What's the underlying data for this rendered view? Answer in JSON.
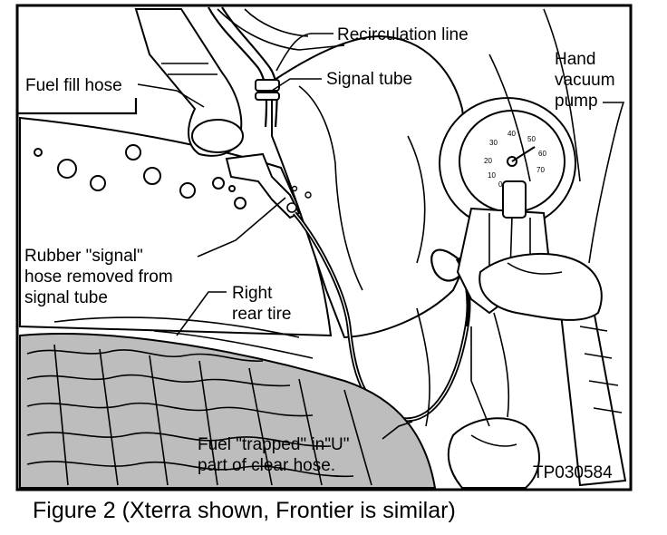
{
  "labels": {
    "recirculation_line": "Recirculation line",
    "signal_tube": "Signal tube",
    "fuel_fill_hose": "Fuel fill hose",
    "hand_vacuum_pump_1": "Hand",
    "hand_vacuum_pump_2": "vacuum",
    "hand_vacuum_pump_3": "pump",
    "rubber_signal_hose_1": "Rubber \"signal\"",
    "rubber_signal_hose_2": "hose removed from",
    "rubber_signal_hose_3": "signal tube",
    "right_rear_tire_1": "Right",
    "right_rear_tire_2": "rear tire",
    "fuel_trapped_1": "Fuel \"trapped\" in\"U\"",
    "fuel_trapped_2": "part of clear hose.",
    "code": "TP030584"
  },
  "gauge_ticks": [
    "0",
    "10",
    "20",
    "30",
    "40",
    "50",
    "60",
    "70"
  ],
  "caption": "Figure 2 (Xterra shown, Frontier is similar)"
}
